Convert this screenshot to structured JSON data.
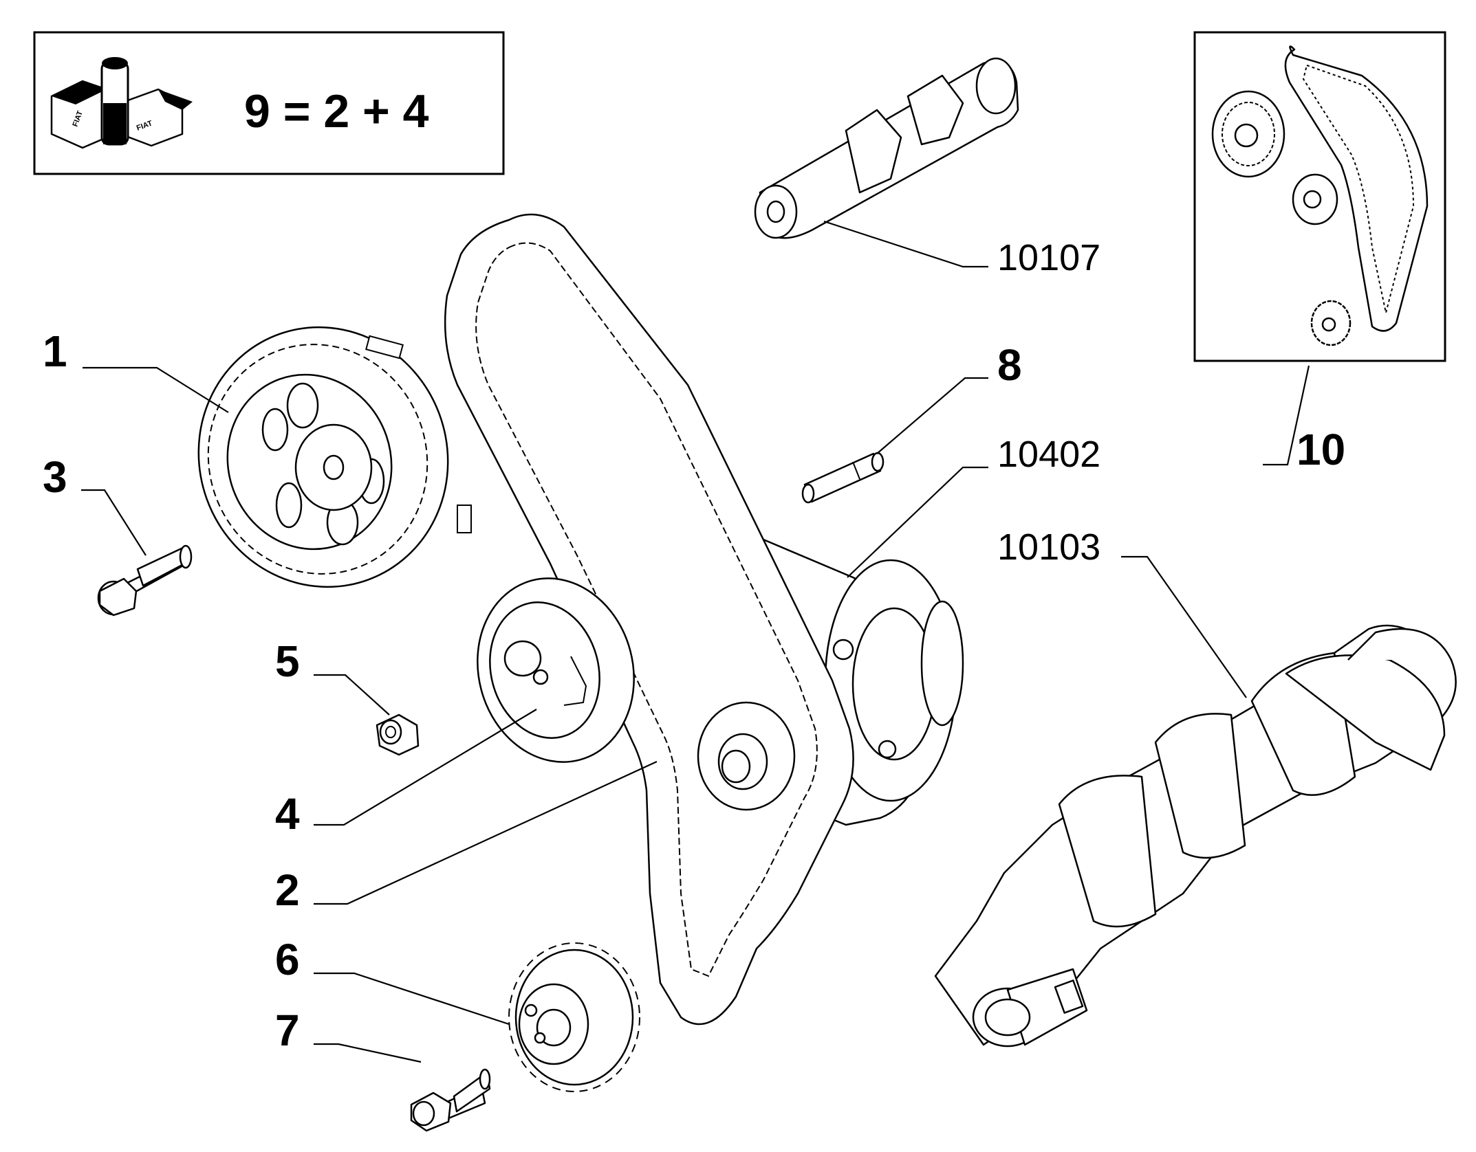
{
  "kit_box": {
    "formula": "9 = 2 + 4",
    "logo_text": "FIAT"
  },
  "labels": {
    "p1": "1",
    "p2": "2",
    "p3": "3",
    "p4": "4",
    "p5": "5",
    "p6": "6",
    "p7": "7",
    "p8": "8",
    "p10": "10",
    "ref_10107": "10107",
    "ref_10402": "10402",
    "ref_10103": "10103"
  },
  "icons": {
    "kit": "parts-kit-icon",
    "camshaft_pulley": "camshaft-pulley-icon",
    "bolt": "bolt-icon",
    "tensioner": "tensioner-icon",
    "nut": "nut-icon",
    "belt": "timing-belt-icon",
    "crank_gear": "crankshaft-gear-icon",
    "stud": "stud-icon",
    "camshaft": "camshaft-icon",
    "crankshaft": "crankshaft-icon",
    "engine_block": "engine-block-icon"
  }
}
